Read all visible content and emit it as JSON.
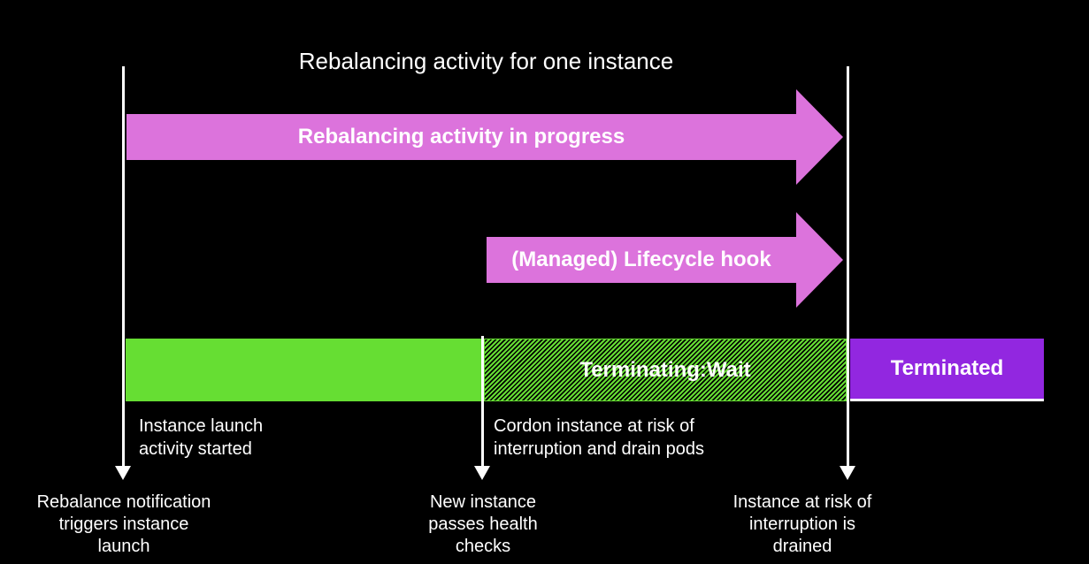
{
  "title": "Rebalancing activity for one instance",
  "colors": {
    "background": "#000000",
    "arrow_pink": "#dc73dc",
    "bar_green": "#66de33",
    "bar_purple": "#9227e0",
    "marker_white": "#ffffff",
    "text": "#ffffff"
  },
  "arrows": [
    {
      "label": "Rebalancing activity in progress"
    },
    {
      "label": "(Managed) Lifecycle hook"
    }
  ],
  "bars": [
    {
      "label": "",
      "style": "solid-green"
    },
    {
      "label": "Terminating:Wait",
      "style": "green-black-diagonal-hatch"
    },
    {
      "label": "Terminated",
      "style": "solid-purple"
    }
  ],
  "milestones": [
    {
      "side_label": "Instance launch\nactivity started",
      "bottom_label": "Rebalance notification\ntriggers instance\nlaunch"
    },
    {
      "side_label": "Cordon instance at risk of\ninterruption and drain pods",
      "bottom_label": "New instance\npasses health\nchecks"
    },
    {
      "side_label": "",
      "bottom_label": "Instance at risk of\ninterruption is\ndrained"
    }
  ]
}
